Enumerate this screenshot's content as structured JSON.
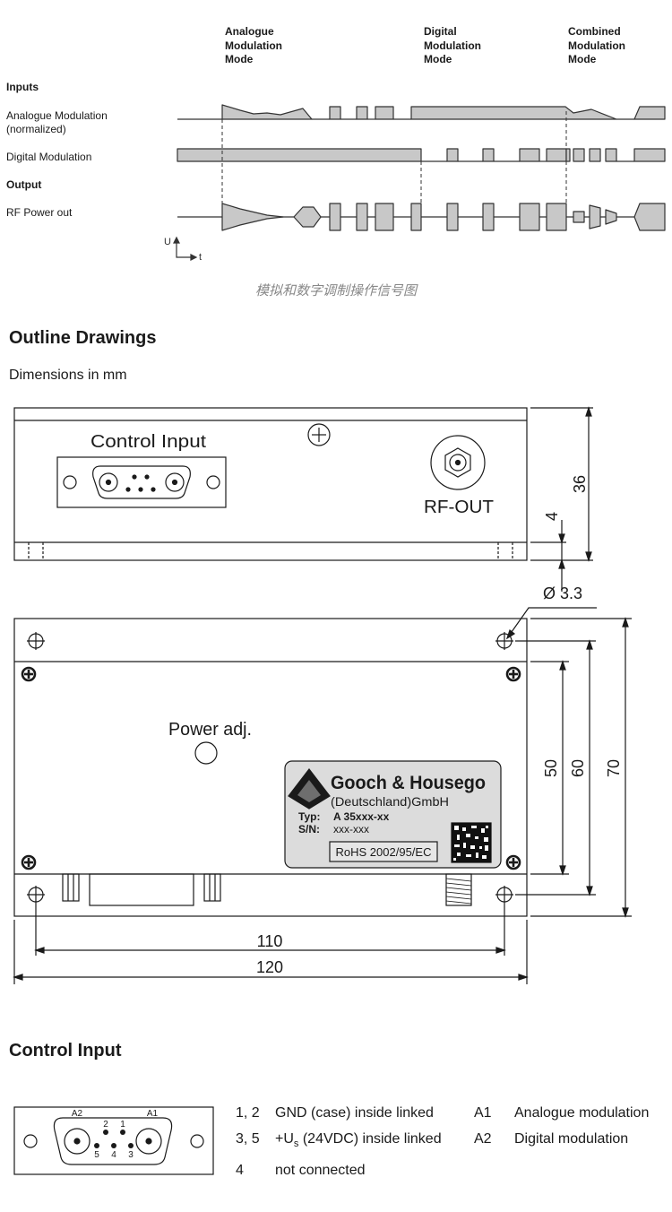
{
  "modes": [
    "Analogue\nModulation\nMode",
    "Digital\nModulation\nMode",
    "Combined\nModulation\nMode"
  ],
  "signals": {
    "inputs_heading": "Inputs",
    "analogue": "Analogue Modulation\n(normalized)",
    "digital": "Digital Modulation",
    "output_heading": "Output",
    "rf": "RF Power out",
    "axis_u": "U",
    "axis_t": "t"
  },
  "caption": "模拟和数字调制操作信号图",
  "outline": {
    "heading": "Outline Drawings",
    "dimensions_note": "Dimensions in mm",
    "front": {
      "control_input_label": "Control Input",
      "rf_out_label": "RF-OUT",
      "dim_36": "36",
      "dim_4": "4",
      "dim_hole": "Ø 3.3"
    },
    "top": {
      "power_adj_label": "Power adj.",
      "dim_50": "50",
      "dim_60": "60",
      "dim_70": "70",
      "dim_110": "110",
      "dim_120": "120",
      "label_plate": {
        "brand": "Gooch & Housego",
        "company": "(Deutschland)GmbH",
        "typ_label": "Typ:",
        "typ_value": "A 35xxx-xx",
        "sn_label": "S/N:",
        "sn_value": "xxx-xxx",
        "rohs": "RoHS 2002/95/EC"
      }
    }
  },
  "control_input": {
    "heading": "Control Input",
    "connector": {
      "a2": "A2",
      "a1": "A1",
      "pin2": "2",
      "pin1": "1",
      "pin5": "5",
      "pin4": "4",
      "pin3": "3"
    },
    "pins": [
      {
        "pins": "1, 2",
        "desc": "GND (case) inside linked"
      },
      {
        "pins": "3, 5",
        "desc_prefix": "+U",
        "desc_sub": "s",
        "desc_suffix": " (24VDC) inside linked"
      },
      {
        "pins": "4",
        "desc": "not connected"
      }
    ],
    "analog_pins": [
      {
        "pin": "A1",
        "desc": "Analogue modulation"
      },
      {
        "pin": "A2",
        "desc": "Digital modulation"
      }
    ]
  }
}
